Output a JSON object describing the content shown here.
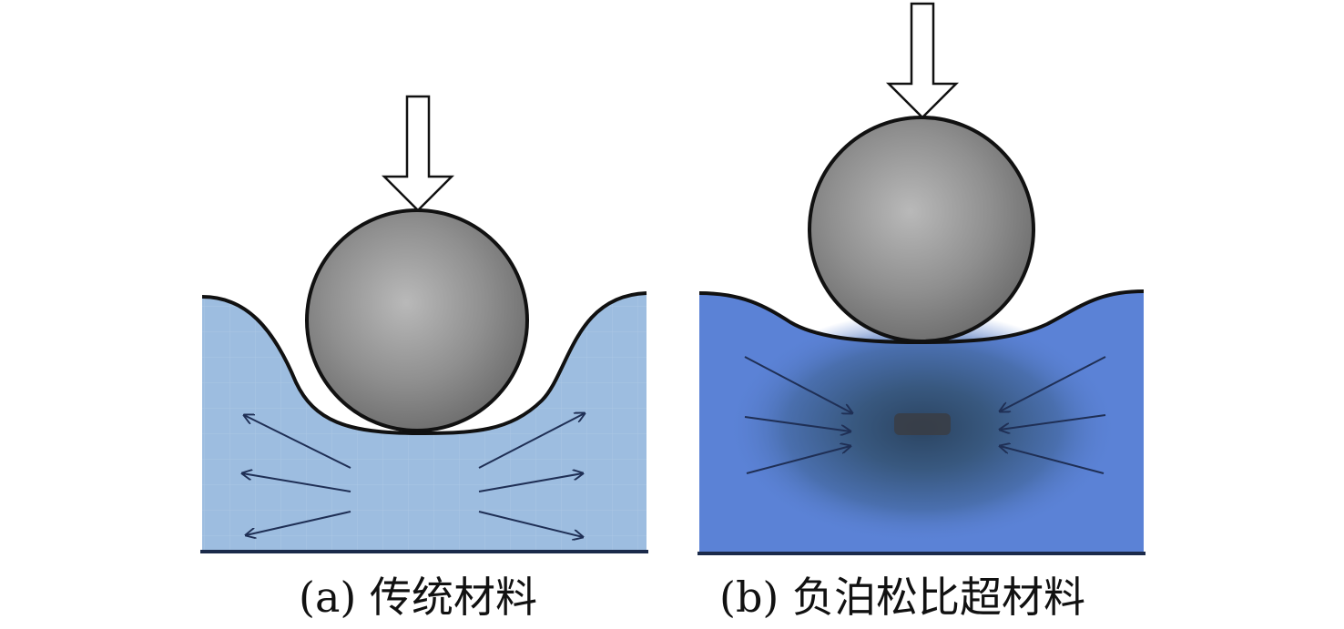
{
  "panels": [
    {
      "caption": "(a) 传统材料"
    },
    {
      "caption": "(b) 负泊松比超材料"
    }
  ],
  "colors": {
    "traditional_material": "#9dbde0",
    "auxetic_material": "#5b82d6",
    "auxetic_core": "#2f4b6a",
    "ball_light": "#b9b9b9",
    "ball_dark": "#6e6e6e",
    "arrow_stroke": "#1f2f55",
    "outline": "#111111"
  },
  "icons": {
    "load_arrow": "down-arrow-icon",
    "ball": "sphere-indenter",
    "strain_arrows_a": "outward-arrows",
    "strain_arrows_b": "inward-arrows"
  }
}
